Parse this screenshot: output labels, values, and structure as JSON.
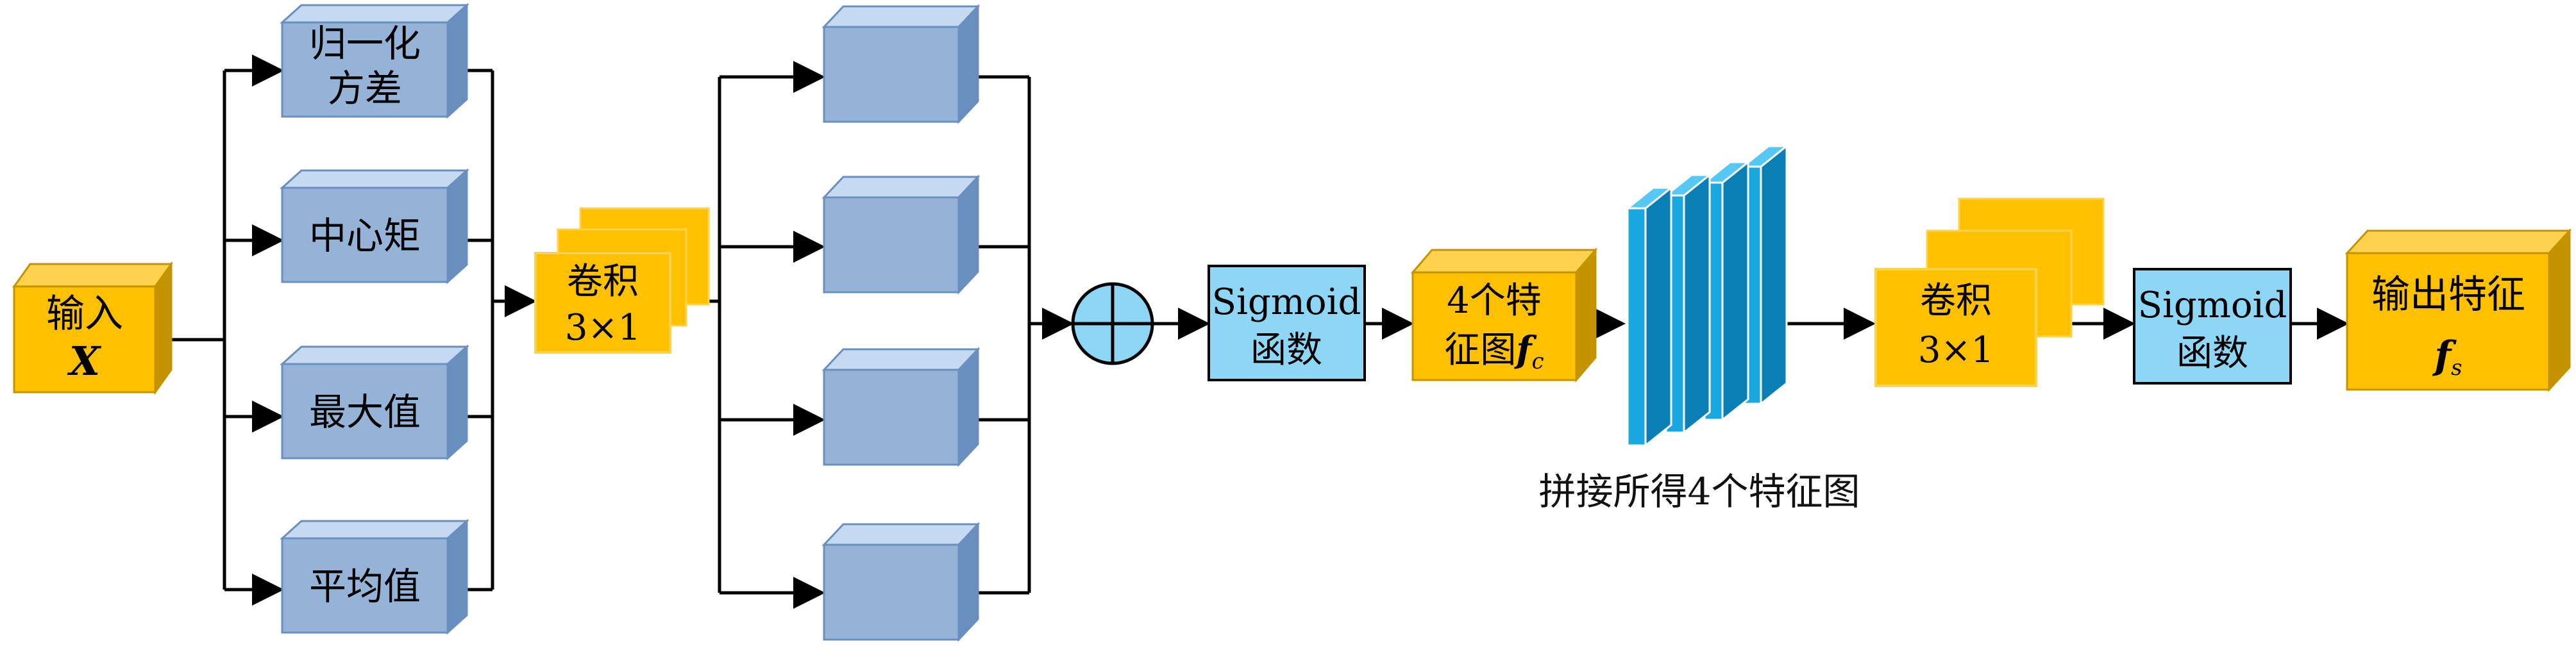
{
  "input": {
    "line1": "输入",
    "line2": "X"
  },
  "stats": [
    {
      "line1": "归一化",
      "line2": "方差"
    },
    {
      "line1": "中心矩",
      "line2": ""
    },
    {
      "line1": "最大值",
      "line2": ""
    },
    {
      "line1": "平均值",
      "line2": ""
    }
  ],
  "conv1": {
    "line1": "卷积",
    "line2": "3×1"
  },
  "sigmoid1": {
    "line1": "Sigmoid",
    "line2": "函数"
  },
  "features": {
    "line1": "4个特",
    "line2_text": "征图",
    "line2_symbol": "f",
    "line2_sub": "c"
  },
  "concat_caption": "拼接所得4个特征图",
  "conv2": {
    "line1": "卷积",
    "line2": "3×1"
  },
  "sigmoid2": {
    "line1": "Sigmoid",
    "line2": "函数"
  },
  "output": {
    "line1": "输出特征",
    "line2_symbol": "f",
    "line2_sub": "s"
  },
  "colors": {
    "orange": "#FFC000",
    "orange_top": "#FFD24D",
    "orange_side": "#C49400",
    "blue_gray": "#95B3D7",
    "blue_gray_top": "#C5D9F1",
    "blue_gray_side": "#6A8FBE",
    "light_blue": "#8ED6F5",
    "cyan": "#1BA8E0",
    "cyan_top": "#55C8F5",
    "cyan_side": "#0A7FB5",
    "stroke": "#000000"
  }
}
